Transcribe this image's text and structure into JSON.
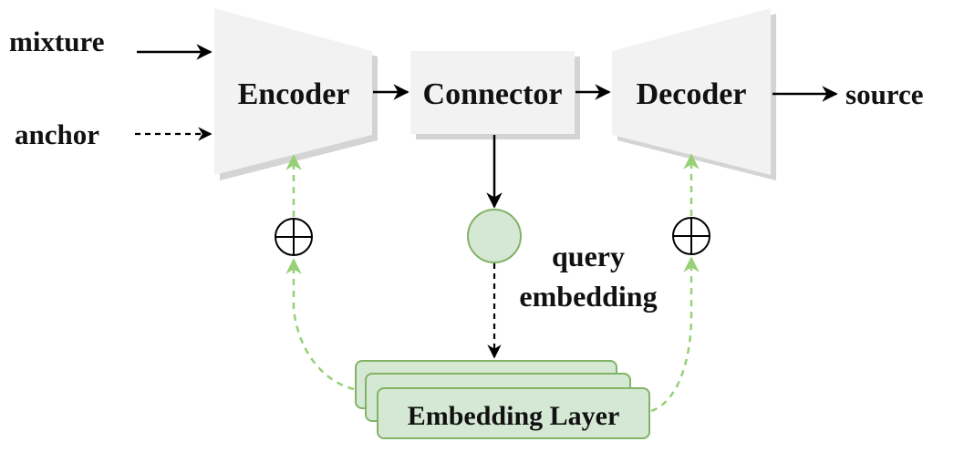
{
  "inputs": {
    "mixture": "mixture",
    "anchor": "anchor"
  },
  "blocks": {
    "encoder": "Encoder",
    "connector": "Connector",
    "decoder": "Decoder"
  },
  "output": {
    "source": "source"
  },
  "query_embedding": {
    "line1": "query",
    "line2": "embedding"
  },
  "embedding_layer": {
    "label": "Embedding Layer"
  },
  "colors": {
    "block_fill": "#f2f2f2",
    "block_shadow": "#d4d4d4",
    "embed_fill": "#d5e8d4",
    "embed_stroke": "#82b366",
    "green_arrow": "#97d077",
    "black": "#000000"
  }
}
